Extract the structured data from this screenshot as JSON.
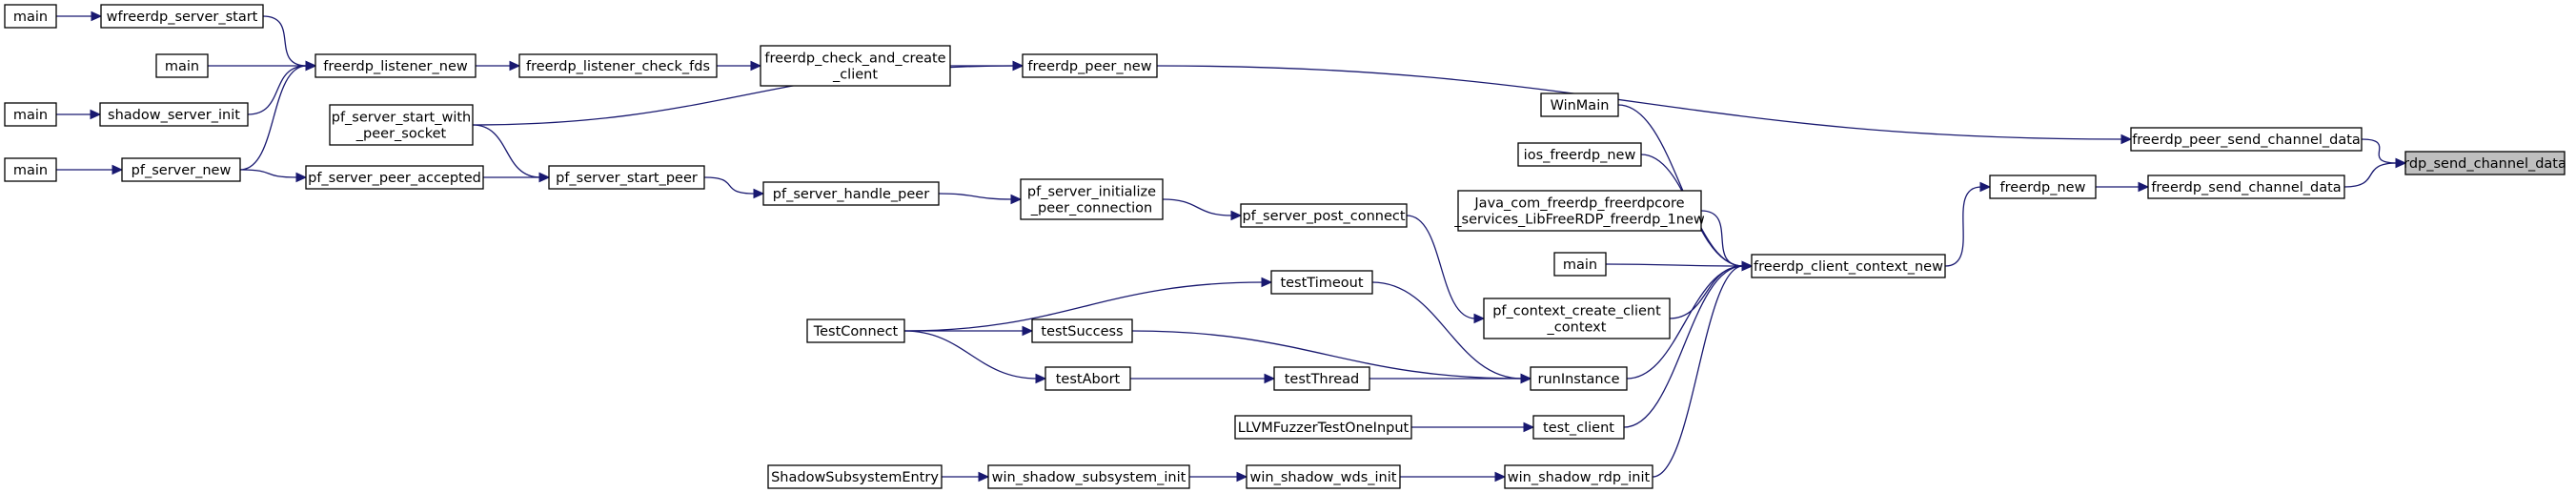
{
  "colors": {
    "edge": "#191970",
    "node_border": "#000000",
    "root_fill": "#bfbfbf",
    "node_fill": "#ffffff"
  },
  "nodes": [
    {
      "id": "rdp_send_channel_data",
      "lines": [
        "rdp_send_channel_data"
      ],
      "root": true
    },
    {
      "id": "freerdp_peer_send_channel_data",
      "lines": [
        "freerdp_peer_send_channel_data"
      ]
    },
    {
      "id": "freerdp_send_channel_data",
      "lines": [
        "freerdp_send_channel_data"
      ]
    },
    {
      "id": "freerdp_peer_new",
      "lines": [
        "freerdp_peer_new"
      ]
    },
    {
      "id": "freerdp_new",
      "lines": [
        "freerdp_new"
      ]
    },
    {
      "id": "freerdp_check_and_create_client",
      "lines": [
        "freerdp_check_and_create",
        "_client"
      ]
    },
    {
      "id": "pf_server_start_with_peer_socket",
      "lines": [
        "pf_server_start_with",
        "_peer_socket"
      ]
    },
    {
      "id": "freerdp_client_context_new",
      "lines": [
        "freerdp_client_context_new"
      ]
    },
    {
      "id": "freerdp_listener_check_fds",
      "lines": [
        "freerdp_listener_check_fds"
      ]
    },
    {
      "id": "freerdp_listener_new",
      "lines": [
        "freerdp_listener_new"
      ]
    },
    {
      "id": "main_1",
      "lines": [
        "main"
      ]
    },
    {
      "id": "wfreerdp_server_start",
      "lines": [
        "wfreerdp_server_start"
      ]
    },
    {
      "id": "main_2",
      "lines": [
        "main"
      ]
    },
    {
      "id": "shadow_server_init",
      "lines": [
        "shadow_server_init"
      ]
    },
    {
      "id": "main_3",
      "lines": [
        "main"
      ]
    },
    {
      "id": "pf_server_new",
      "lines": [
        "pf_server_new"
      ]
    },
    {
      "id": "main_4",
      "lines": [
        "main"
      ]
    },
    {
      "id": "pf_server_peer_accepted",
      "lines": [
        "pf_server_peer_accepted"
      ]
    },
    {
      "id": "pf_server_start_peer",
      "lines": [
        "pf_server_start_peer"
      ]
    },
    {
      "id": "pf_server_handle_peer",
      "lines": [
        "pf_server_handle_peer"
      ]
    },
    {
      "id": "pf_server_initialize_peer_connection",
      "lines": [
        "pf_server_initialize",
        "_peer_connection"
      ]
    },
    {
      "id": "pf_server_post_connect",
      "lines": [
        "pf_server_post_connect"
      ]
    },
    {
      "id": "WinMain",
      "lines": [
        "WinMain"
      ]
    },
    {
      "id": "ios_freerdp_new",
      "lines": [
        "ios_freerdp_new"
      ]
    },
    {
      "id": "Java_com_freerdp",
      "lines": [
        "Java_com_freerdp_freerdpcore",
        "_services_LibFreeRDP_freerdp_1new"
      ]
    },
    {
      "id": "main_5",
      "lines": [
        "main"
      ]
    },
    {
      "id": "pf_context_create_client_context",
      "lines": [
        "pf_context_create_client",
        "_context"
      ]
    },
    {
      "id": "runInstance",
      "lines": [
        "runInstance"
      ]
    },
    {
      "id": "test_client",
      "lines": [
        "test_client"
      ]
    },
    {
      "id": "win_shadow_rdp_init",
      "lines": [
        "win_shadow_rdp_init"
      ]
    },
    {
      "id": "testTimeout",
      "lines": [
        "testTimeout"
      ]
    },
    {
      "id": "testSuccess",
      "lines": [
        "testSuccess"
      ]
    },
    {
      "id": "testAbort",
      "lines": [
        "testAbort"
      ]
    },
    {
      "id": "testThread",
      "lines": [
        "testThread"
      ]
    },
    {
      "id": "TestConnect",
      "lines": [
        "TestConnect"
      ]
    },
    {
      "id": "LLVMFuzzerTestOneInput",
      "lines": [
        "LLVMFuzzerTestOneInput"
      ]
    },
    {
      "id": "win_shadow_wds_init",
      "lines": [
        "win_shadow_wds_init"
      ]
    },
    {
      "id": "win_shadow_subsystem_init",
      "lines": [
        "win_shadow_subsystem_init"
      ]
    },
    {
      "id": "ShadowSubsystemEntry",
      "lines": [
        "ShadowSubsystemEntry"
      ]
    }
  ],
  "edges": [
    {
      "from": "freerdp_peer_send_channel_data",
      "to": "rdp_send_channel_data"
    },
    {
      "from": "freerdp_send_channel_data",
      "to": "rdp_send_channel_data"
    },
    {
      "from": "freerdp_peer_new",
      "to": "freerdp_peer_send_channel_data"
    },
    {
      "from": "freerdp_new",
      "to": "freerdp_send_channel_data"
    },
    {
      "from": "freerdp_check_and_create_client",
      "to": "freerdp_peer_new"
    },
    {
      "from": "pf_server_start_with_peer_socket",
      "to": "freerdp_peer_new"
    },
    {
      "from": "freerdp_client_context_new",
      "to": "freerdp_new"
    },
    {
      "from": "freerdp_listener_check_fds",
      "to": "freerdp_check_and_create_client"
    },
    {
      "from": "freerdp_listener_new",
      "to": "freerdp_listener_check_fds"
    },
    {
      "from": "wfreerdp_server_start",
      "to": "freerdp_listener_new"
    },
    {
      "from": "main_2",
      "to": "freerdp_listener_new"
    },
    {
      "from": "shadow_server_init",
      "to": "freerdp_listener_new"
    },
    {
      "from": "pf_server_new",
      "to": "freerdp_listener_new"
    },
    {
      "from": "main_1",
      "to": "wfreerdp_server_start"
    },
    {
      "from": "main_3",
      "to": "shadow_server_init"
    },
    {
      "from": "main_4",
      "to": "pf_server_new"
    },
    {
      "from": "pf_server_new",
      "to": "pf_server_peer_accepted"
    },
    {
      "from": "pf_server_peer_accepted",
      "to": "pf_server_start_peer"
    },
    {
      "from": "pf_server_start_with_peer_socket",
      "to": "pf_server_start_peer"
    },
    {
      "from": "pf_server_start_peer",
      "to": "pf_server_handle_peer"
    },
    {
      "from": "pf_server_handle_peer",
      "to": "pf_server_initialize_peer_connection"
    },
    {
      "from": "pf_server_initialize_peer_connection",
      "to": "pf_server_post_connect"
    },
    {
      "from": "pf_server_post_connect",
      "to": "pf_context_create_client_context"
    },
    {
      "from": "WinMain",
      "to": "freerdp_client_context_new"
    },
    {
      "from": "ios_freerdp_new",
      "to": "freerdp_client_context_new"
    },
    {
      "from": "Java_com_freerdp",
      "to": "freerdp_client_context_new"
    },
    {
      "from": "main_5",
      "to": "freerdp_client_context_new"
    },
    {
      "from": "pf_context_create_client_context",
      "to": "freerdp_client_context_new"
    },
    {
      "from": "runInstance",
      "to": "freerdp_client_context_new"
    },
    {
      "from": "test_client",
      "to": "freerdp_client_context_new"
    },
    {
      "from": "win_shadow_rdp_init",
      "to": "freerdp_client_context_new"
    },
    {
      "from": "testTimeout",
      "to": "runInstance"
    },
    {
      "from": "testSuccess",
      "to": "runInstance"
    },
    {
      "from": "testThread",
      "to": "runInstance"
    },
    {
      "from": "TestConnect",
      "to": "testTimeout"
    },
    {
      "from": "TestConnect",
      "to": "testSuccess"
    },
    {
      "from": "TestConnect",
      "to": "testAbort"
    },
    {
      "from": "testAbort",
      "to": "testThread"
    },
    {
      "from": "LLVMFuzzerTestOneInput",
      "to": "test_client"
    },
    {
      "from": "win_shadow_wds_init",
      "to": "win_shadow_rdp_init"
    },
    {
      "from": "win_shadow_subsystem_init",
      "to": "win_shadow_wds_init"
    },
    {
      "from": "ShadowSubsystemEntry",
      "to": "win_shadow_subsystem_init"
    }
  ]
}
